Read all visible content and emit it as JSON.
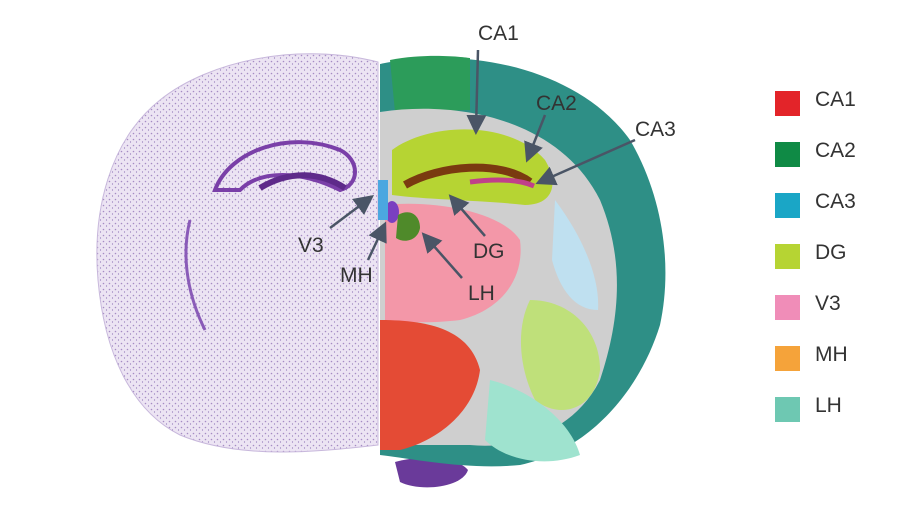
{
  "callouts": {
    "ca1": "CA1",
    "ca2": "CA2",
    "ca3": "CA3",
    "dg": "DG",
    "v3": "V3",
    "mh": "MH",
    "lh": "LH"
  },
  "legend": {
    "items": [
      {
        "label": "CA1",
        "color": "#e32429"
      },
      {
        "label": "CA2",
        "color": "#0f8a45"
      },
      {
        "label": "CA3",
        "color": "#1aa6c6"
      },
      {
        "label": "DG",
        "color": "#b6d433"
      },
      {
        "label": "V3",
        "color": "#f08db8"
      },
      {
        "label": "MH",
        "color": "#f5a33a"
      },
      {
        "label": "LH",
        "color": "#6ec8b2"
      }
    ]
  }
}
